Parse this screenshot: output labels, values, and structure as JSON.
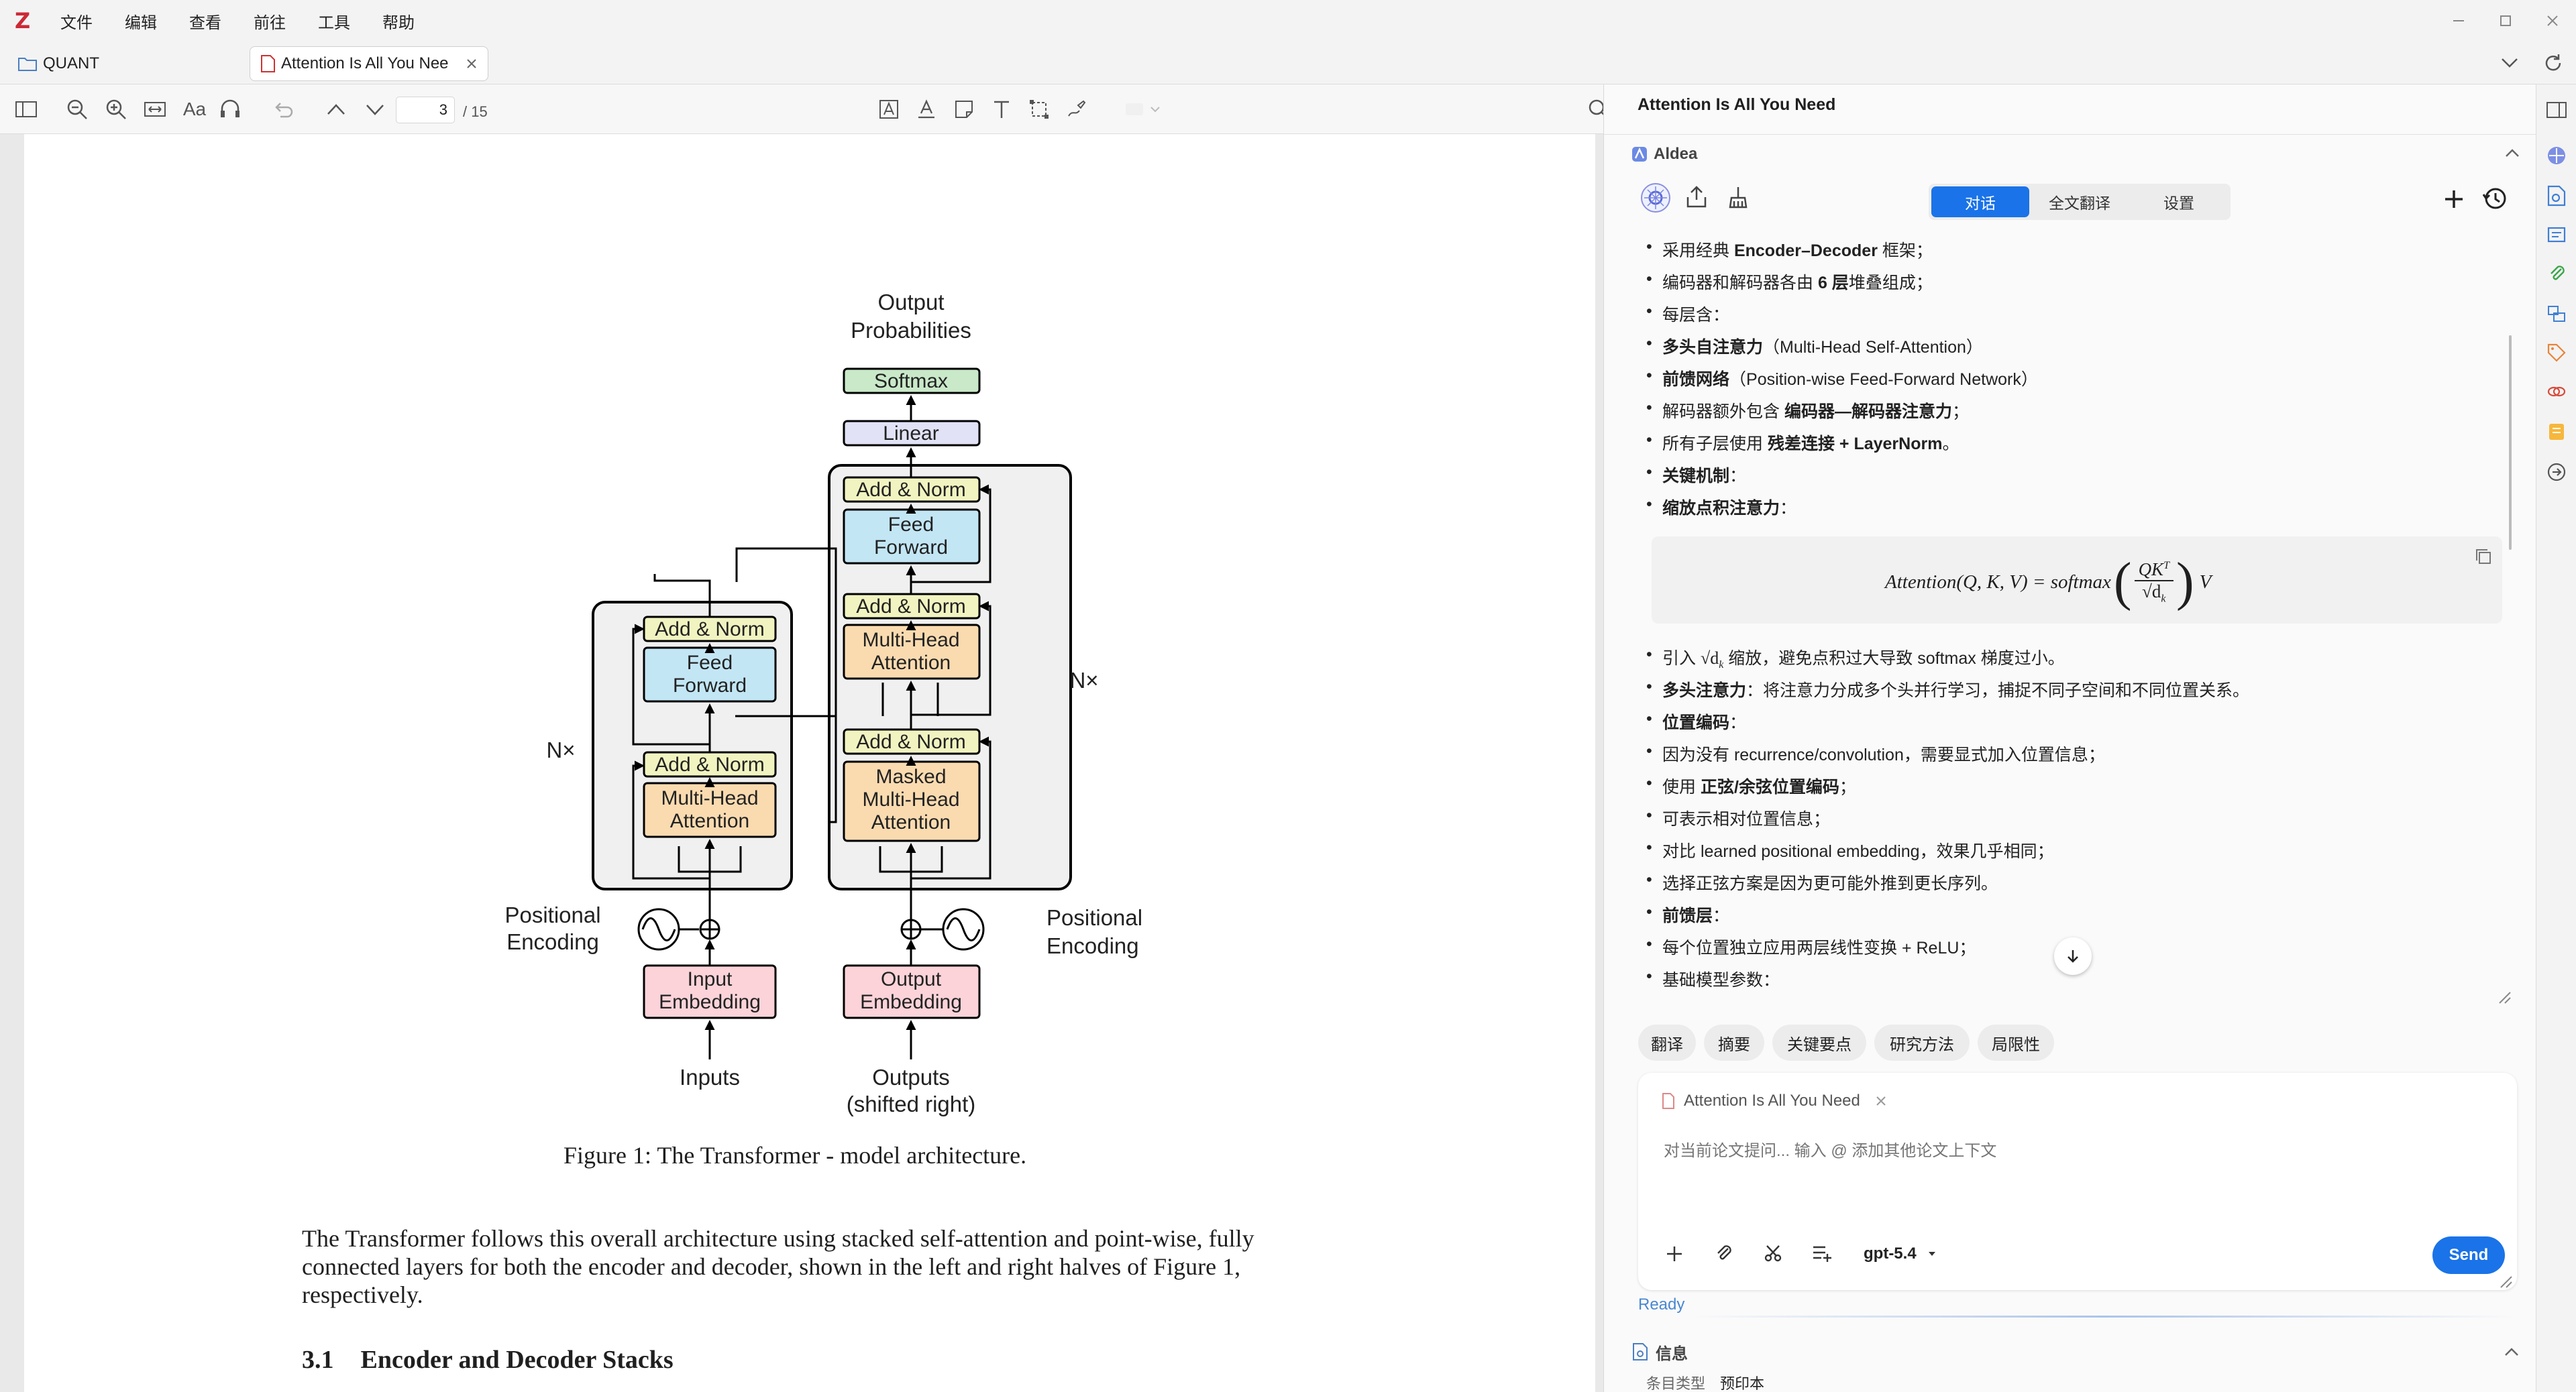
{
  "app": {
    "logo": "Z",
    "menu": [
      "文件",
      "编辑",
      "查看",
      "前往",
      "工具",
      "帮助"
    ]
  },
  "tabs": {
    "library": "QUANT",
    "document": "Attention Is All You Nee"
  },
  "toolbar": {
    "page_current": "3",
    "page_total": "/ 15"
  },
  "figure": {
    "output_probabilities_1": "Output",
    "output_probabilities_2": "Probabilities",
    "softmax": "Softmax",
    "linear": "Linear",
    "add_norm": "Add & Norm",
    "feed": "Feed",
    "forward": "Forward",
    "multi_head": "Multi-Head",
    "attention": "Attention",
    "masked": "Masked",
    "nx": "N×",
    "positional": "Positional",
    "encoding": "Encoding",
    "input": "Input",
    "embedding": "Embedding",
    "output": "Output",
    "inputs": "Inputs",
    "outputs": "Outputs",
    "shifted": "(shifted right)",
    "caption": "Figure 1: The Transformer - model architecture."
  },
  "paper": {
    "para_1": "The Transformer follows this overall architecture using stacked self-attention and point-wise, fully",
    "para_2": "connected layers for both the encoder and decoder, shown in the left and right halves of Figure 1,",
    "para_3": "respectively.",
    "section_num": "3.1",
    "section_title": "Encoder and Decoder Stacks"
  },
  "sidebar": {
    "title": "Attention Is All You Need",
    "plugin": "Aldea",
    "tabs": [
      "对话",
      "全文翻译",
      "设置"
    ],
    "ready": "Ready",
    "info_header": "信息",
    "item_type_label": "条目类型",
    "item_type_value": "预印本"
  },
  "chat": {
    "b1_pre": "采用经典 ",
    "b1_b": "Encoder–Decoder",
    "b1_post": " 框架；",
    "b2_pre": "编码器和解码器各由 ",
    "b2_b": "6 层",
    "b2_post": "堆叠组成；",
    "b3": "每层含：",
    "b4_b": "多头自注意力",
    "b4_post": "（Multi-Head Self-Attention）",
    "b5_b": "前馈网络",
    "b5_post": "（Position-wise Feed-Forward Network）",
    "b6_pre": "解码器额外包含 ",
    "b6_b": "编码器—解码器注意力",
    "b6_post": "；",
    "b7_pre": "所有子层使用 ",
    "b7_b": "残差连接 + LayerNorm",
    "b7_post": "。",
    "b8_b": "关键机制",
    "b8_post": "：",
    "b9_b": "缩放点积注意力",
    "b9_post": "：",
    "formula_lhs": "Attention(Q, K, V) = softmax",
    "formula_num": "QK",
    "formula_sup": "T",
    "formula_den": "√d",
    "formula_sub": "k",
    "formula_v": "V",
    "b10_pre": "引入 ",
    "b10_math": "√d",
    "b10_sub": "k",
    "b10_post": " 缩放，避免点积过大导致 softmax 梯度过小。",
    "b11_b": "多头注意力",
    "b11_post": "：将注意力分成多个头并行学习，捕捉不同子空间和不同位置关系。",
    "b12_b": "位置编码",
    "b12_post": "：",
    "b13": "因为没有 recurrence/convolution，需要显式加入位置信息；",
    "b14_pre": "使用 ",
    "b14_b": "正弦/余弦位置编码",
    "b14_post": "；",
    "b15": "可表示相对位置信息；",
    "b16": "对比 learned positional embedding，效果几乎相同；",
    "b17": "选择正弦方案是因为更可能外推到更长序列。",
    "b18_b": "前馈层",
    "b18_post": "：",
    "b19": "每个位置独立应用两层线性变换 + ReLU；",
    "b20": "基础模型参数："
  },
  "quick_actions": [
    "翻译",
    "摘要",
    "关键要点",
    "研究方法",
    "局限性"
  ],
  "input": {
    "context_chip": "Attention Is All You Need",
    "placeholder": "对当前论文提问... 输入 @ 添加其他论文上下文",
    "model": "gpt-5.4",
    "send": "Send"
  }
}
